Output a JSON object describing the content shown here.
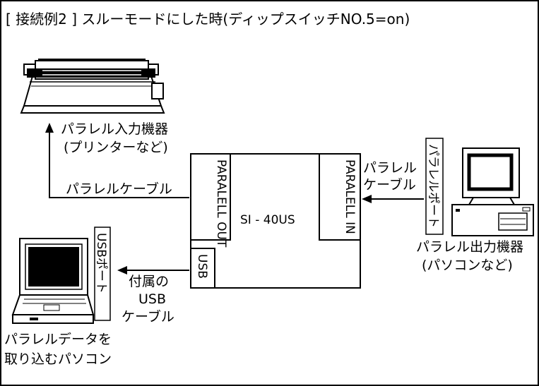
{
  "title": "[ 接続例2 ] スルーモードにした時(ディップスイッチNO.5=on)",
  "printer": {
    "label_line1": "パラレル入力機器",
    "label_line2": "(プリンターなど)"
  },
  "parallel_cable_left": "パラレルケーブル",
  "device": {
    "name": "SI - 40US",
    "port_out": "PARALELL OUT",
    "port_in": "PARALELL IN",
    "port_usb": "USB"
  },
  "parallel_cable_right": {
    "line1": "パラレル",
    "line2": "ケーブル"
  },
  "parallel_port_tag": "パラレルポート",
  "desktop": {
    "label_line1": "パラレル出力機器",
    "label_line2": "(パソコンなど)"
  },
  "usb_cable": {
    "line1": "付属の",
    "line2": "USB",
    "line3": "ケーブル"
  },
  "usb_port_tag": "USBポート",
  "laptop": {
    "label_line1": "パラレルデータを",
    "label_line2": "取り込むパソコン"
  }
}
